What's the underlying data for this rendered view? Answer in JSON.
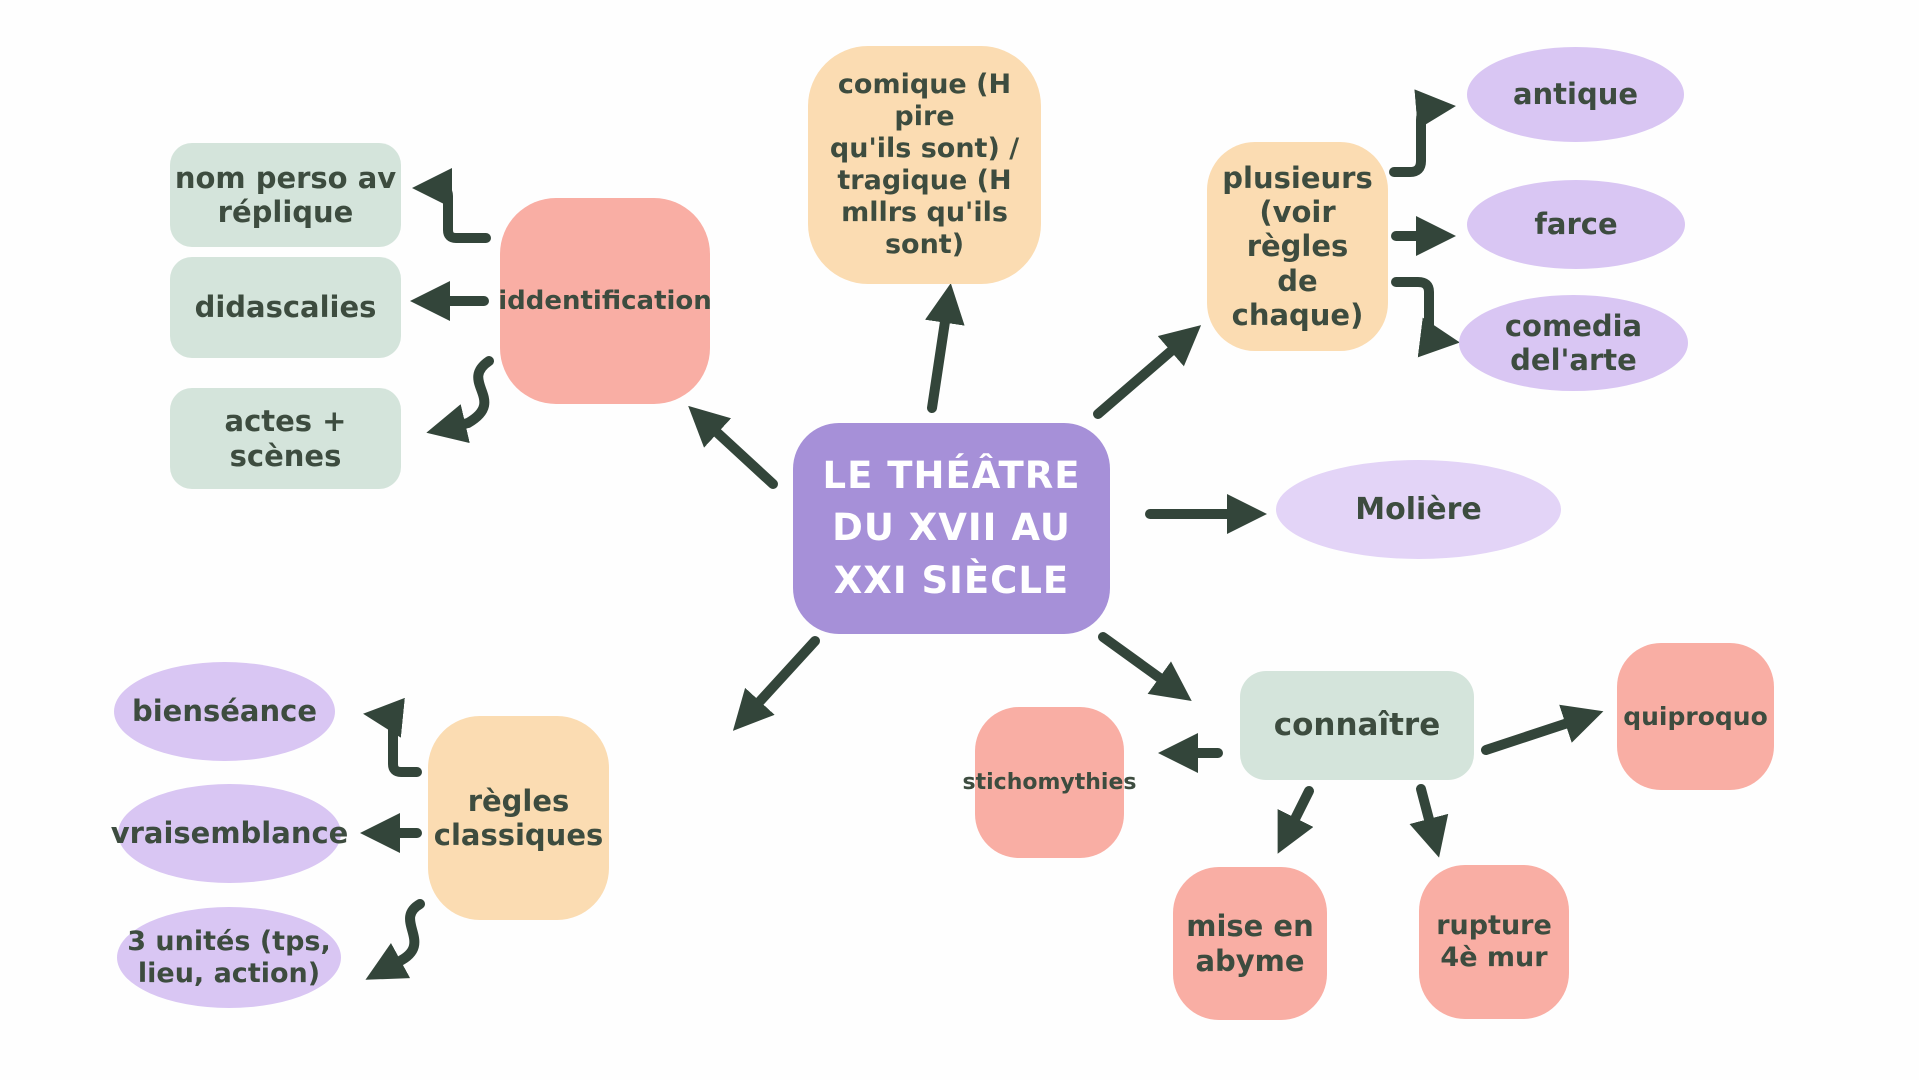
{
  "diagram_title": "LE THÉÂTRE DU XVII AU XXI SIÈCLE",
  "colors": {
    "background": "#fefefe",
    "center_node": "#a690d8",
    "salmon_node": "#f9aea4",
    "mint_node": "#d4e4db",
    "peach_node": "#fbdcb2",
    "lavender_node": "#d9c6f3",
    "lavender_light_node": "#e3d4f7",
    "arrow": "#33453a",
    "text": "#3d4c3f",
    "center_text": "#ffffff"
  },
  "nodes": {
    "center": "LE THÉÂTRE\nDU XVII AU\nXXI SIÈCLE",
    "identification": "iddentification",
    "nom_perso": "nom perso av\nréplique",
    "didascalies": "didascalies",
    "actes": "actes +\nscènes",
    "comique": "comique (H pire\nqu'ils sont) /\ntragique (H\nmllrs qu'ils\nsont)",
    "plusieurs": "plusieurs\n(voir règles\nde chaque)",
    "antique": "antique",
    "farce": "farce",
    "comedia": "comedia\ndel'arte",
    "moliere": "Molière",
    "connaitre": "connaître",
    "stichomythies": "stichomythies",
    "mise_abyme": "mise en\nabyme",
    "rupture": "rupture\n4è mur",
    "quiproquo": "quiproquo",
    "regles": "règles\nclassiques",
    "bienseance": "bienséance",
    "vraisemblance": "vraisemblance",
    "unites": "3 unités (tps,\nlieu, action)"
  }
}
